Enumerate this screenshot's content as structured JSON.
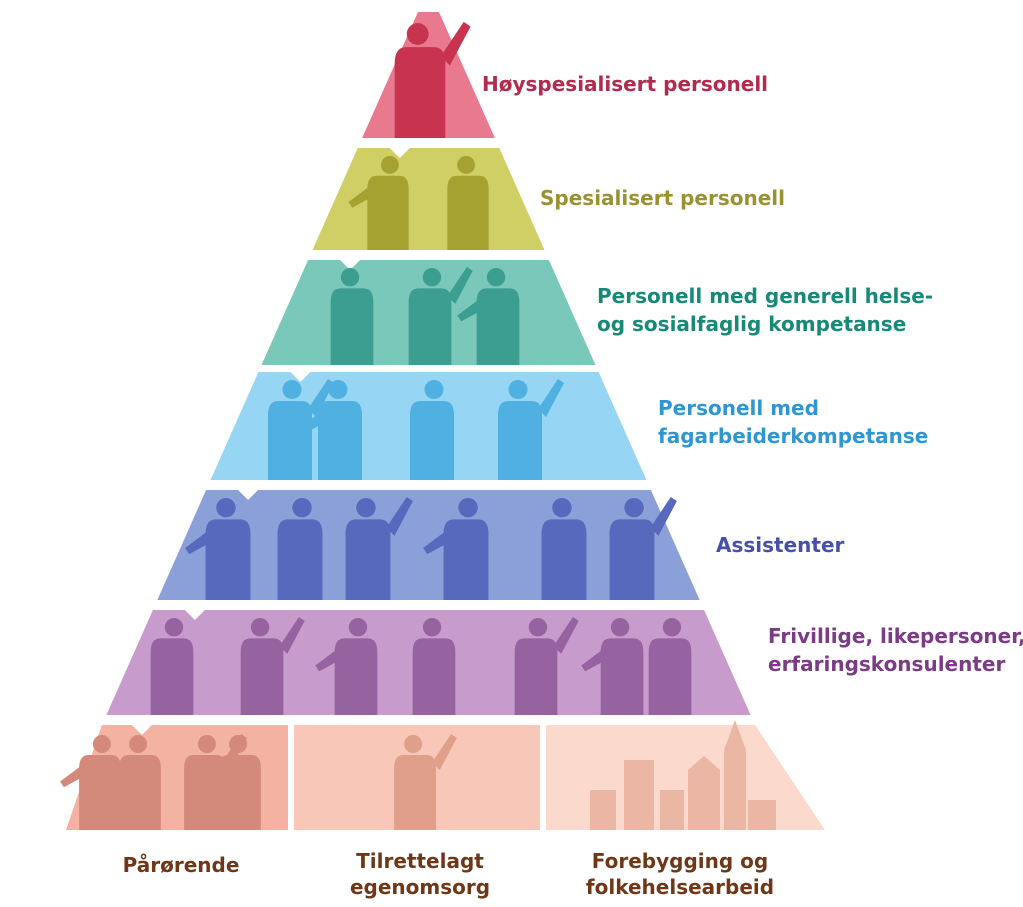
{
  "levels": [
    {
      "id": "hoyspesialisert",
      "lines": [
        "Høyspesialisert personell"
      ],
      "color": "#e8798e",
      "silhouette": "#c8334f",
      "text_color": "#b22a4d"
    },
    {
      "id": "spesialisert",
      "lines": [
        "Spesialisert personell"
      ],
      "color": "#cfcf66",
      "silhouette": "#a6a232",
      "text_color": "#9a9133"
    },
    {
      "id": "generell",
      "lines": [
        "Personell med generell helse-",
        "og sosialfaglig kompetanse"
      ],
      "color": "#79c8ba",
      "silhouette": "#3c9e90",
      "text_color": "#178977"
    },
    {
      "id": "fagarbeider",
      "lines": [
        "Personell med",
        "fagarbeiderkompetanse"
      ],
      "color": "#96d5f3",
      "silhouette": "#4fb0e1",
      "text_color": "#2e97d2"
    },
    {
      "id": "assistenter",
      "lines": [
        "Assistenter"
      ],
      "color": "#8b9fd9",
      "silhouette": "#5669bd",
      "text_color": "#4650a8"
    },
    {
      "id": "frivillige",
      "lines": [
        "Frivillige, likepersoner,",
        "erfaringskonsulenter"
      ],
      "color": "#c89bcd",
      "silhouette": "#9663a0",
      "text_color": "#7b3b85"
    }
  ],
  "base": [
    {
      "id": "parorende",
      "lines": [
        "Pårørende"
      ],
      "color": "#f4b2a2",
      "silhouette": "#d48a7b"
    },
    {
      "id": "egenomsorg",
      "lines": [
        "Tilrettelagt",
        "egenomsorg"
      ],
      "color": "#f8c7b8",
      "silhouette": "#e09f8a"
    },
    {
      "id": "forebygging",
      "lines": [
        "Forebygging og",
        "folkehelsearbeid"
      ],
      "color": "#fbd9cc",
      "silhouette": "#ebb7a4"
    }
  ]
}
